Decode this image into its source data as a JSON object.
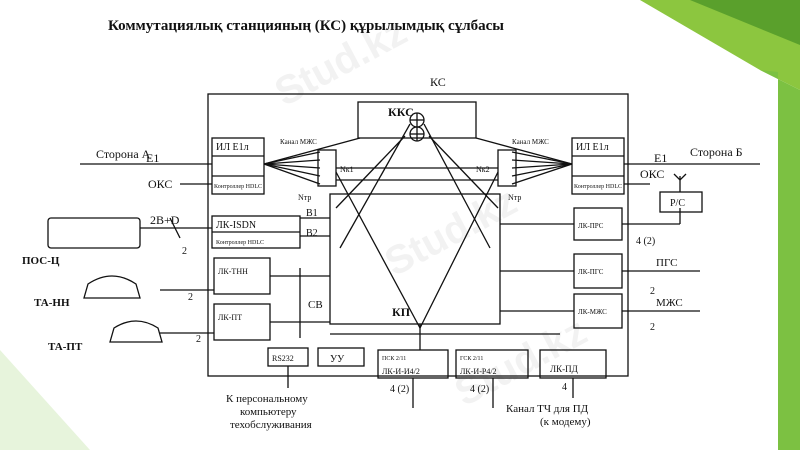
{
  "slide": {
    "title": "Коммутациялық станцияның (КС) құрылымдық сұлбасы",
    "watermark": "Stud.kz",
    "accent_color": "#7cc142"
  },
  "diagram": {
    "station": "КС",
    "kks": "ККС",
    "kp": "КП",
    "side_a": "Сторона А",
    "side_b": "Сторона Б",
    "e1_left": "E1",
    "e1_right": "E1",
    "oks_left": "ОКС",
    "oks_right": "ОКС",
    "il_left": "ИЛ Е1л",
    "il_right": "ИЛ Е1л",
    "hdlc_left": "Контроллер HDLC",
    "hdlc_right": "Контроллер HDLC",
    "channel_left": "Канал МЖС",
    "channel_right": "Канал МЖС",
    "nk1": "Nк1",
    "nk2": "Nк2",
    "ntr_left": "Nтр",
    "ntr_right": "Nтр",
    "lk_isdn": "ЛК-ISDN",
    "hdlc_isdn": "Контроллер HDLC",
    "b1": "B1",
    "b2": "B2",
    "iface_2bd": "2B+D",
    "two_a": "2",
    "two_b": "2",
    "two_c": "2",
    "two_d": "2",
    "two_e": "2",
    "pos_c": "ПОС-Ц",
    "ta_nn": "ТА-НН",
    "ta_pt": "ТА-ПТ",
    "lk_tnn": "ЛК-ТНН",
    "lk_pt": "ЛК-ПТ",
    "cb": "СВ",
    "rs232": "RS232",
    "uu": "УУ",
    "psk_left": "ПСК 2/11",
    "psk_right": "ГСК 2/11",
    "lk_i_i4": "ЛК-И-И4/2",
    "lk_i_r4": "ЛК-И-Р4/2",
    "lk_pd": "ЛК-ПД",
    "rs": "Р/С",
    "four_two_a": "4 (2)",
    "four_two_b": "4 (2)",
    "four_two_c": "4 (2)",
    "four": "4",
    "lk_prs": "ЛК-ПРС",
    "lk_pgs": "ЛК-ПГС",
    "lk_mzhs": "ЛК-МЖС",
    "pgs": "ПГС",
    "mzhs": "МЖС",
    "pc1": "К персональному",
    "pc2": "компьютеру",
    "pc3": "техобслуживания",
    "pd1": "Канал ТЧ для ПД",
    "pd2": "(к модему)"
  }
}
